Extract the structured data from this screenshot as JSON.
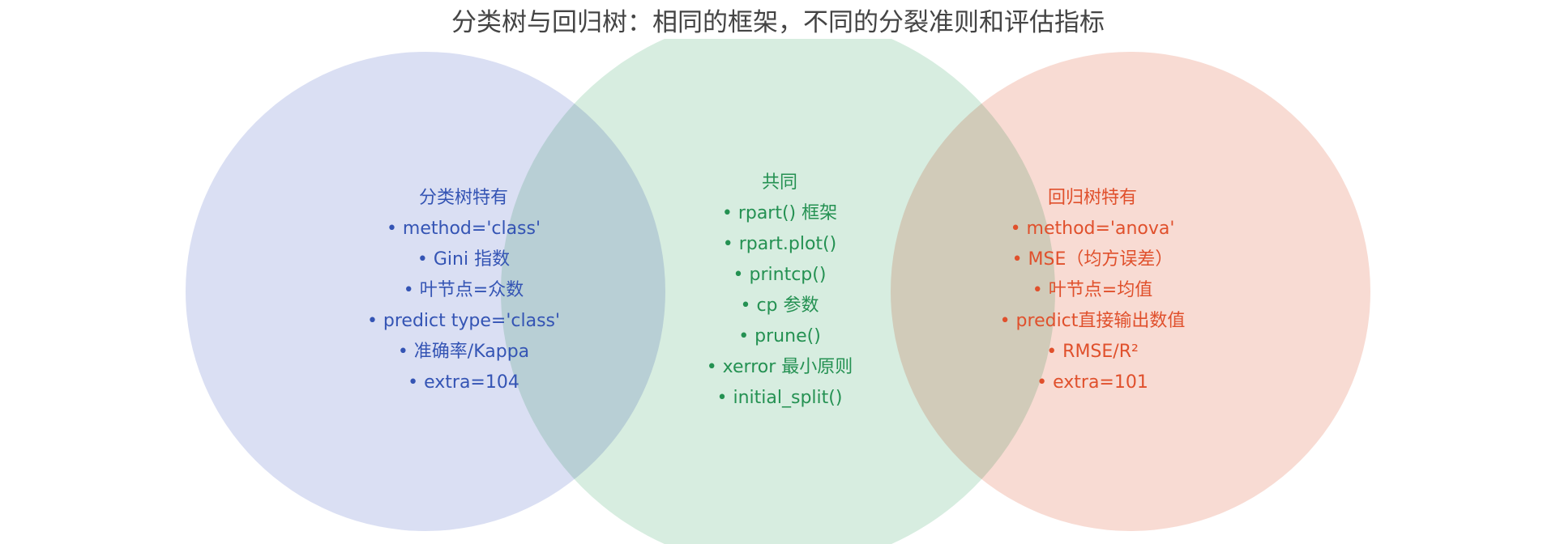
{
  "title": "分类树与回归树：相同的框架，不同的分裂准则和评估指标",
  "colors": {
    "left_fill": "#dadff3",
    "mid_fill": "#d7ede0",
    "right_fill": "#f8dbd3",
    "left_text": "#3454b4",
    "mid_text": "#249152",
    "right_text": "#e0502c",
    "title_text": "#444444"
  },
  "groups": {
    "left": {
      "heading": "分类树特有",
      "items": [
        "• method='class'",
        "• Gini 指数",
        "• 叶节点=众数",
        "• predict type='class'",
        "• 准确率/Kappa",
        "• extra=104"
      ]
    },
    "mid": {
      "heading": "共同",
      "items": [
        "• rpart() 框架",
        "• rpart.plot()",
        "• printcp()",
        "• cp 参数",
        "• prune()",
        "• xerror 最小原则",
        "• initial_split()"
      ]
    },
    "right": {
      "heading": "回归树特有",
      "items": [
        "• method='anova'",
        "• MSE（均方误差）",
        "• 叶节点=均值",
        "• predict直接输出数值",
        "• RMSE/R²",
        "• extra=101"
      ]
    }
  }
}
